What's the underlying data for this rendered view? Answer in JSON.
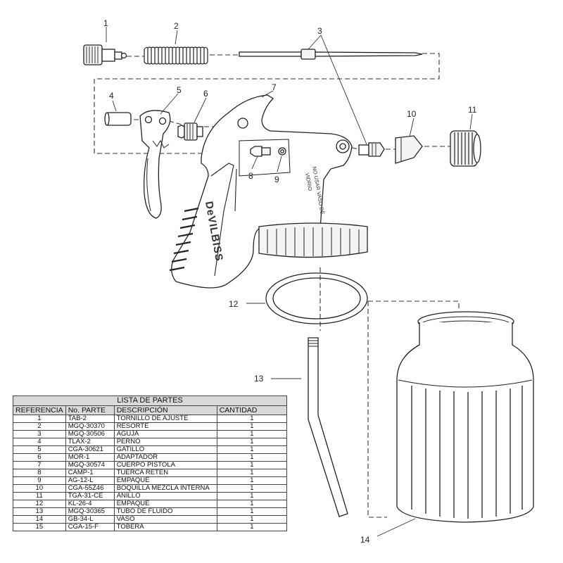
{
  "callouts": [
    "1",
    "2",
    "3",
    "4",
    "5",
    "6",
    "7",
    "8",
    "9",
    "10",
    "11",
    "12",
    "13",
    "14"
  ],
  "brand_text": "DeVILBISS",
  "warning_lines": [
    "NO USAR VASO DE",
    "VIDRIO"
  ],
  "parts_table": {
    "caption": "LISTA DE PARTES",
    "headers": [
      "REFERENCIA",
      "No. PARTE",
      "DESCRIPCIÓN",
      "CANTIDAD"
    ],
    "rows": [
      {
        "ref": "1",
        "part": "TAB-2",
        "desc": "TORNILLO DE AJUSTE",
        "qty": "1"
      },
      {
        "ref": "2",
        "part": "MGQ-30370",
        "desc": "RESORTE",
        "qty": "1"
      },
      {
        "ref": "3",
        "part": "MGQ-30506",
        "desc": "AGUJA",
        "qty": "1"
      },
      {
        "ref": "4",
        "part": "TLAX-2",
        "desc": "PERNO",
        "qty": "1"
      },
      {
        "ref": "5",
        "part": "CGA-30621",
        "desc": "GATILLO",
        "qty": "1"
      },
      {
        "ref": "6",
        "part": "MOR-1",
        "desc": "ADAPTADOR",
        "qty": "1"
      },
      {
        "ref": "7",
        "part": "MGQ-30574",
        "desc": "CUERPO PISTOLA",
        "qty": "1"
      },
      {
        "ref": "8",
        "part": "CAMP-1",
        "desc": "TUERCA RETEN",
        "qty": "1"
      },
      {
        "ref": "9",
        "part": "AG-12-L",
        "desc": "EMPAQUE",
        "qty": "1"
      },
      {
        "ref": "10",
        "part": "CGA-55Z46",
        "desc": "BOQUILLA MEZCLA INTERNA",
        "qty": "1"
      },
      {
        "ref": "11",
        "part": "TGA-31-CE",
        "desc": "ANILLO",
        "qty": "1"
      },
      {
        "ref": "12",
        "part": "KL-26-4",
        "desc": "EMPAQUE",
        "qty": "1"
      },
      {
        "ref": "13",
        "part": "MGQ-30365",
        "desc": "TUBO DE FLUIDO",
        "qty": "1"
      },
      {
        "ref": "14",
        "part": "GB-34-L",
        "desc": "VASO",
        "qty": "1"
      },
      {
        "ref": "15",
        "part": "CGA-15-F",
        "desc": "TOBERA",
        "qty": "1"
      }
    ]
  }
}
